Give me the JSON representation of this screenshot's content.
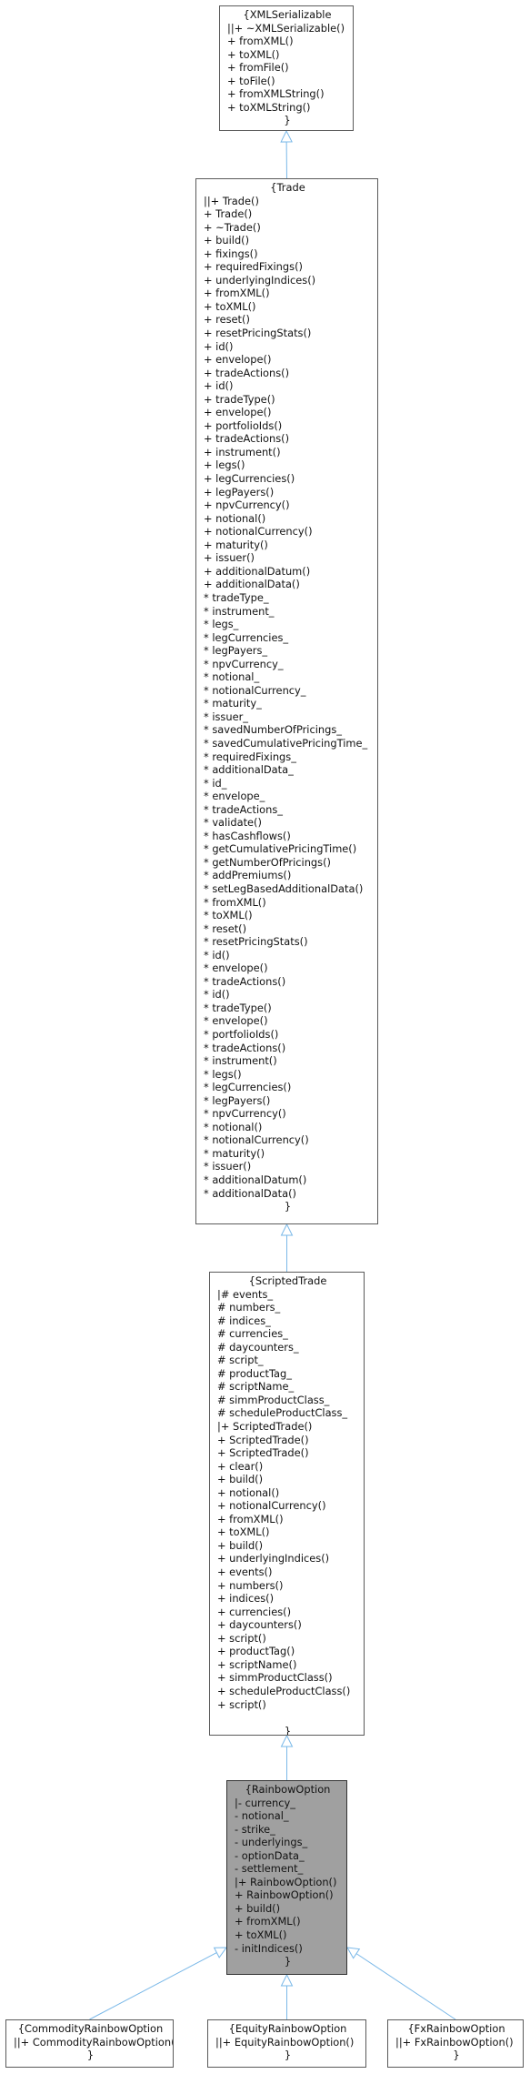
{
  "nodes": [
    {
      "id": "xmlserializable",
      "title": "{XMLSerializable",
      "lines": [
        "||+ ~XMLSerializable()",
        "+ fromXML()",
        "+ toXML()",
        "+ fromFile()",
        "+ toFile()",
        "+ fromXMLString()",
        "+ toXMLString()"
      ],
      "close": "}"
    },
    {
      "id": "trade",
      "title": "{Trade",
      "lines": [
        "||+ Trade()",
        "+ Trade()",
        "+ ~Trade()",
        "+ build()",
        "+ fixings()",
        "+ requiredFixings()",
        "+ underlyingIndices()",
        "+ fromXML()",
        "+ toXML()",
        "+ reset()",
        "+ resetPricingStats()",
        "+ id()",
        "+ envelope()",
        "+ tradeActions()",
        "+ id()",
        "+ tradeType()",
        "+ envelope()",
        "+ portfolioIds()",
        "+ tradeActions()",
        "+ instrument()",
        "+ legs()",
        "+ legCurrencies()",
        "+ legPayers()",
        "+ npvCurrency()",
        "+ notional()",
        "+ notionalCurrency()",
        "+ maturity()",
        "+ issuer()",
        "+ additionalDatum()",
        "+ additionalData()",
        "* tradeType_",
        "* instrument_",
        "* legs_",
        "* legCurrencies_",
        "* legPayers_",
        "* npvCurrency_",
        "* notional_",
        "* notionalCurrency_",
        "* maturity_",
        "* issuer_",
        "* savedNumberOfPricings_",
        "* savedCumulativePricingTime_",
        "* requiredFixings_",
        "* additionalData_",
        "* id_",
        "* envelope_",
        "* tradeActions_",
        "* validate()",
        "* hasCashflows()",
        "* getCumulativePricingTime()",
        "* getNumberOfPricings()",
        "* addPremiums()",
        "* setLegBasedAdditionalData()",
        "* fromXML()",
        "* toXML()",
        "* reset()",
        "* resetPricingStats()",
        "* id()",
        "* envelope()",
        "* tradeActions()",
        "* id()",
        "* tradeType()",
        "* envelope()",
        "* portfolioIds()",
        "* tradeActions()",
        "* instrument()",
        "* legs()",
        "* legCurrencies()",
        "* legPayers()",
        "* npvCurrency()",
        "* notional()",
        "* notionalCurrency()",
        "* maturity()",
        "* issuer()",
        "* additionalDatum()",
        "* additionalData()"
      ],
      "close": "}"
    },
    {
      "id": "scriptedtrade",
      "title": "{ScriptedTrade",
      "lines": [
        "|# events_",
        "# numbers_",
        "# indices_",
        "# currencies_",
        "# daycounters_",
        "# script_",
        "# productTag_",
        "# scriptName_",
        "# simmProductClass_",
        "# scheduleProductClass_",
        "|+ ScriptedTrade()",
        "+ ScriptedTrade()",
        "+ ScriptedTrade()",
        "+ clear()",
        "+ build()",
        "+ notional()",
        "+ notionalCurrency()",
        "+ fromXML()",
        "+ toXML()",
        "+ build()",
        "+ underlyingIndices()",
        "+ events()",
        "+ numbers()",
        "+ indices()",
        "+ currencies()",
        "+ daycounters()",
        "+ script()",
        "+ productTag()",
        "+ scriptName()",
        "+ simmProductClass()",
        "+ scheduleProductClass()",
        "+ script()",
        ""
      ],
      "close": "}"
    },
    {
      "id": "rainbowoption",
      "title": "{RainbowOption",
      "lines": [
        "|- currency_",
        "- notional_",
        "- strike_",
        "- underlyings_",
        "- optionData_",
        "- settlement_",
        "|+ RainbowOption()",
        "+ RainbowOption()",
        "+ build()",
        "+ fromXML()",
        "+ toXML()",
        "- initIndices()"
      ],
      "close": "}"
    },
    {
      "id": "commodityrainbowoption",
      "title": "{CommodityRainbowOption",
      "lines": [
        "||+ CommodityRainbowOption()"
      ],
      "close": "}"
    },
    {
      "id": "equityrainbowoption",
      "title": "{EquityRainbowOption",
      "lines": [
        "||+ EquityRainbowOption()"
      ],
      "close": "}"
    },
    {
      "id": "fxrainbowoption",
      "title": "{FxRainbowOption",
      "lines": [
        "||+ FxRainbowOption()"
      ],
      "close": "}"
    }
  ],
  "edges": [
    {
      "from": "trade",
      "to": "xmlserializable"
    },
    {
      "from": "scriptedtrade",
      "to": "trade"
    },
    {
      "from": "rainbowoption",
      "to": "scriptedtrade"
    },
    {
      "from": "commodityrainbowoption",
      "to": "rainbowoption"
    },
    {
      "from": "equityrainbowoption",
      "to": "rainbowoption"
    },
    {
      "from": "fxrainbowoption",
      "to": "rainbowoption"
    }
  ],
  "colors": {
    "edge": "#7ab8e8",
    "border": "#5a5a5a",
    "focus_fill": "#a0a0a0"
  }
}
